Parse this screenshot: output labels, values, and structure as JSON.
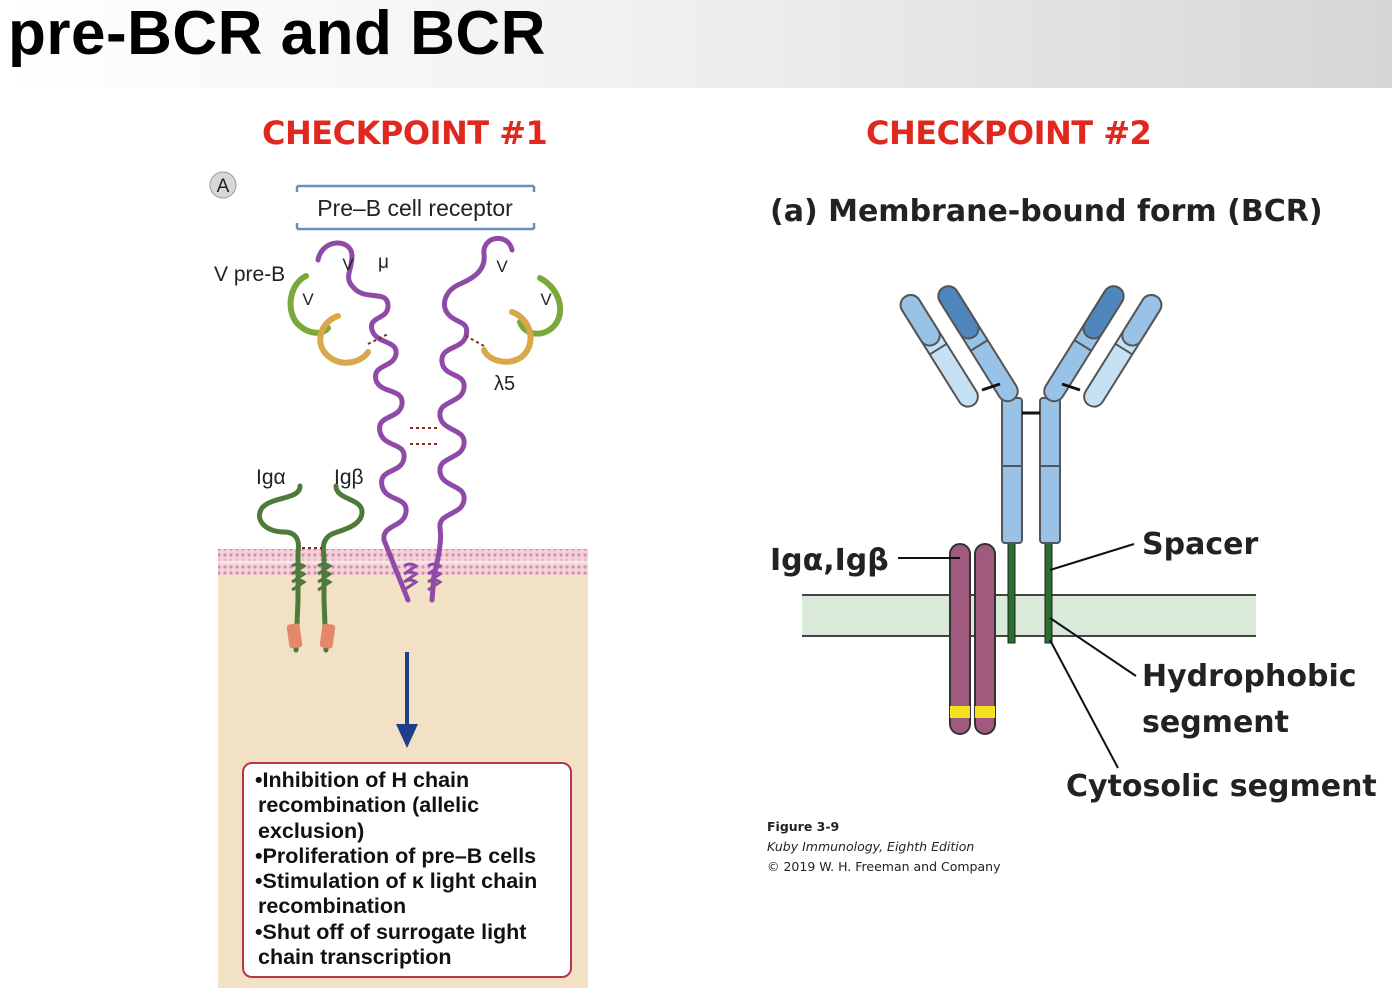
{
  "slide": {
    "title": "pre-BCR and BCR"
  },
  "checkpoints": {
    "left": "CHECKPOINT #1",
    "right": "CHECKPOINT #2"
  },
  "panel_a": {
    "panel_letter": "A",
    "receptor_title": "Pre–B cell receptor",
    "labels": {
      "v_pre_b": "V pre-B",
      "v": "V",
      "mu": "μ",
      "lambda5": "λ5",
      "ig_alpha": "Igα",
      "ig_beta": "Igβ"
    },
    "effects": [
      "•Inhibition of H chain recombination (allelic exclusion)",
      "•Proliferation of pre–B cells",
      "•Stimulation of κ light chain recombination",
      "•Shut off of surrogate light chain transcription"
    ]
  },
  "panel_b": {
    "title": "(a) Membrane-bound form (BCR)",
    "labels": {
      "ig_alpha_beta": "Igα,Igβ",
      "spacer": "Spacer",
      "hydrophobic_1": "Hydrophobic",
      "hydrophobic_2": "segment",
      "cytosolic": "Cytosolic segment"
    },
    "caption": {
      "figure": "Figure 3-9",
      "book": "Kuby Immunology, Eighth Edition",
      "copyright": "© 2019 W. H. Freeman and Company"
    }
  },
  "colors": {
    "checkpoint_red": "#e0281e",
    "heavy_chain_purple": "#8e4aa6",
    "vpreb_green": "#7aa83a",
    "lambda5_gold": "#d8a84a",
    "ig_green": "#4e7a3a",
    "cytoplasm": "#f2e1c4",
    "membrane_pink": "#e6b0c0",
    "antibody_blue": "#98c2e6",
    "antibody_dark_blue": "#4f86bd",
    "membrane_green": "#d9eadb",
    "ig_mauve": "#a05a7e",
    "tm_green": "#2a6e32",
    "marker_yellow": "#f5e11f"
  }
}
